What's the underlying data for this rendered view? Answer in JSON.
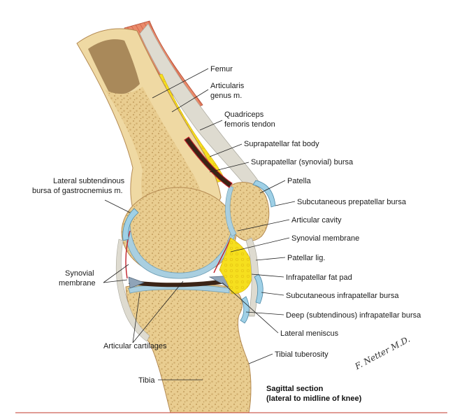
{
  "labels": {
    "femur": "Femur",
    "articularis_1": "Articularis",
    "articularis_2": "genus m.",
    "quadriceps_1": "Quadriceps",
    "quadriceps_2": "femoris tendon",
    "suprapatellar_fat": "Suprapatellar fat body",
    "suprapatellar_bursa": "Suprapatellar (synovial) bursa",
    "patella": "Patella",
    "subcut_prepatellar": "Subcutaneous prepatellar bursa",
    "articular_cavity": "Articular cavity",
    "synovial_membrane_right": "Synovial membrane",
    "patellar_lig": "Patellar lig.",
    "infrapatellar_fat": "Infrapatellar fat pad",
    "subcut_infrapatellar": "Subcutaneous infrapatellar bursa",
    "deep_infrapatellar": "Deep (subtendinous) infrapatellar bursa",
    "lateral_meniscus": "Lateral meniscus",
    "tibial_tuberosity": "Tibial tuberosity",
    "lateral_subtendinous_1": "Lateral subtendinous",
    "lateral_subtendinous_2": "bursa of gastrocnemius m.",
    "synovial_membrane_left_1": "Synovial",
    "synovial_membrane_left_2": "membrane",
    "articular_cartilages": "Articular cartilages",
    "tibia": "Tibia"
  },
  "caption": {
    "line1": "Sagittal section",
    "line2": "(lateral to midline of knee)"
  },
  "signature": "F. Netter M.D.",
  "colors": {
    "bone_cortex": "#efd9a3",
    "bone_spongy": "#e7c98a",
    "marrow": "#9c7a4e",
    "cartilage": "#a9cfe0",
    "fat": "#f6df1e",
    "muscle": "#e98a6a",
    "tendon": "#dcdcd6",
    "synovium": "#c0202a",
    "joint_cavity": "#3b2416",
    "rule": "#c0392b"
  }
}
